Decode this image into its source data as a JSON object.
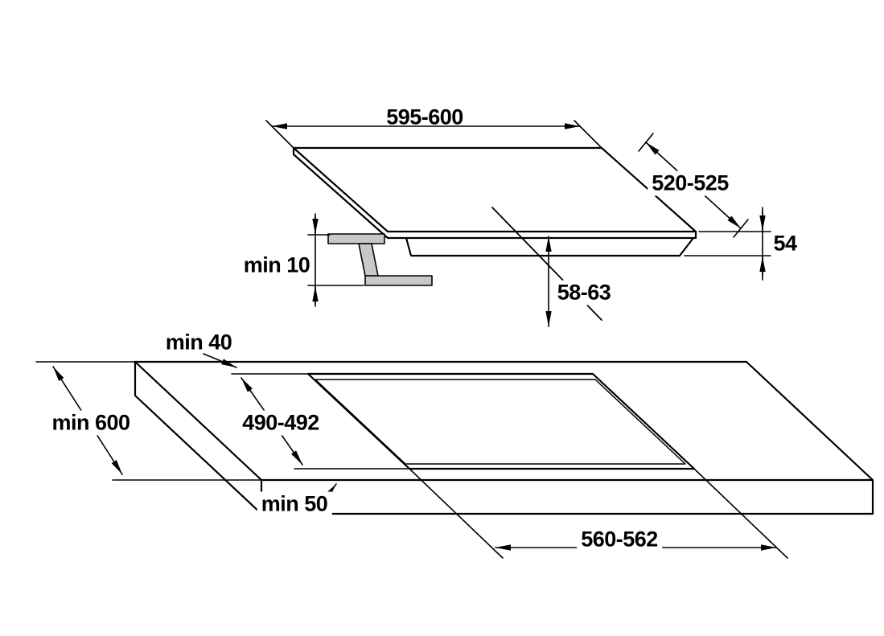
{
  "diagram": {
    "type": "technical-installation-drawing",
    "subject": "Built-in hob and worktop cutout installation dimensions",
    "units": "mm",
    "colors": {
      "line": "#000000",
      "bracket_fill": "#c8c8c8",
      "background": "#ffffff"
    },
    "hob": {
      "width": "595-600",
      "depth": "520-525",
      "height": "54",
      "installation_depth": "58-63",
      "bracket_clearance": "min 10"
    },
    "worktop": {
      "rear_clearance": "min 40",
      "min_depth": "min 600",
      "cutout_depth": "490-492",
      "front_clearance": "min 50",
      "cutout_width": "560-562"
    }
  }
}
